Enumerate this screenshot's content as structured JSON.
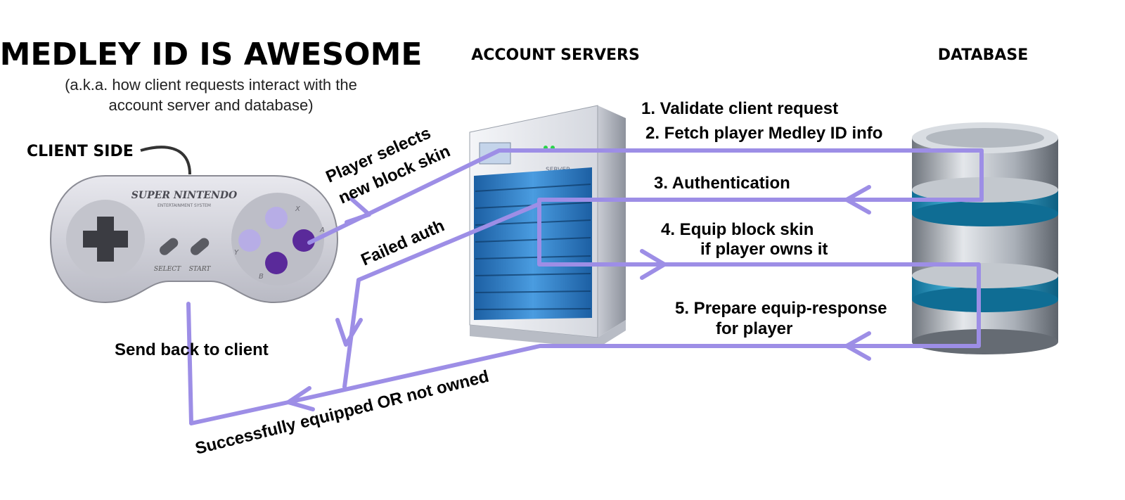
{
  "title": "MEDLEY ID IS AWESOME",
  "subtitle_line1": "(a.k.a. how client requests interact with the",
  "subtitle_line2": "account server and database)",
  "headers": {
    "client": "CLIENT SIDE",
    "servers": "ACCOUNT SERVERS",
    "database": "DATABASE"
  },
  "controller": {
    "brand": "SUPER NINTENDO",
    "brand_sub": "ENTERTAINMENT SYSTEM",
    "select": "SELECT",
    "start": "START",
    "x": "X",
    "y": "Y",
    "a": "A",
    "b": "B",
    "colors": {
      "body": "#d4d4dc",
      "purple_dark": "#5a2a9a",
      "purple_light": "#b9b1e6"
    }
  },
  "server": {
    "badge": "SERVER",
    "colors": {
      "panel": "#2f7fc7",
      "body": "#e6e8ee"
    }
  },
  "database": {
    "colors": {
      "cylinder": "#9aa0a8",
      "band": "#2aa6d6"
    }
  },
  "steps": {
    "s1": "1. Validate client request",
    "s2": "2. Fetch player Medley ID info",
    "s3": "3. Authentication",
    "s4a": "4. Equip block skin",
    "s4b": "if player owns it",
    "s5a": "5. Prepare equip-response",
    "s5b": "for player"
  },
  "labels": {
    "player_selects_1": "Player selects",
    "player_selects_2": "new block skin",
    "failed_auth": "Failed auth",
    "send_back": "Send back to client",
    "result": "Successfully equipped OR not owned"
  },
  "arrow_color": "#9d8ee6"
}
